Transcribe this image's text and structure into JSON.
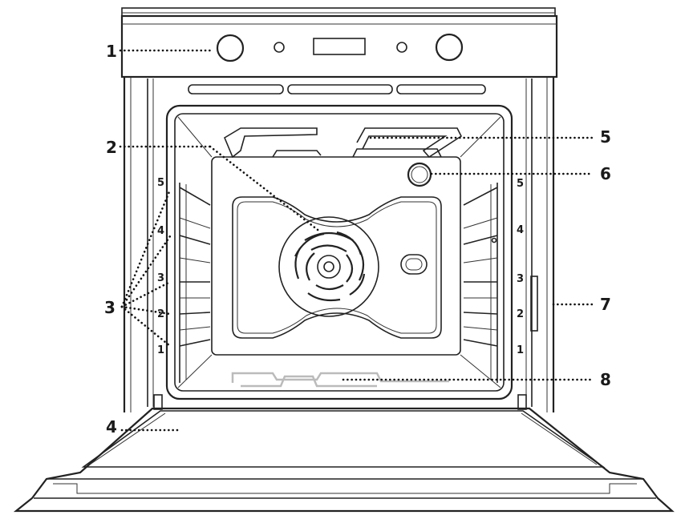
{
  "callouts": {
    "c1": "1",
    "c2": "2",
    "c3": "3",
    "c4": "4",
    "c5": "5",
    "c6": "6",
    "c7": "7",
    "c8": "8"
  },
  "shelves_left": [
    "5",
    "4",
    "3",
    "2",
    "1"
  ],
  "shelves_right": [
    "5",
    "4",
    "3",
    "2",
    "1"
  ]
}
